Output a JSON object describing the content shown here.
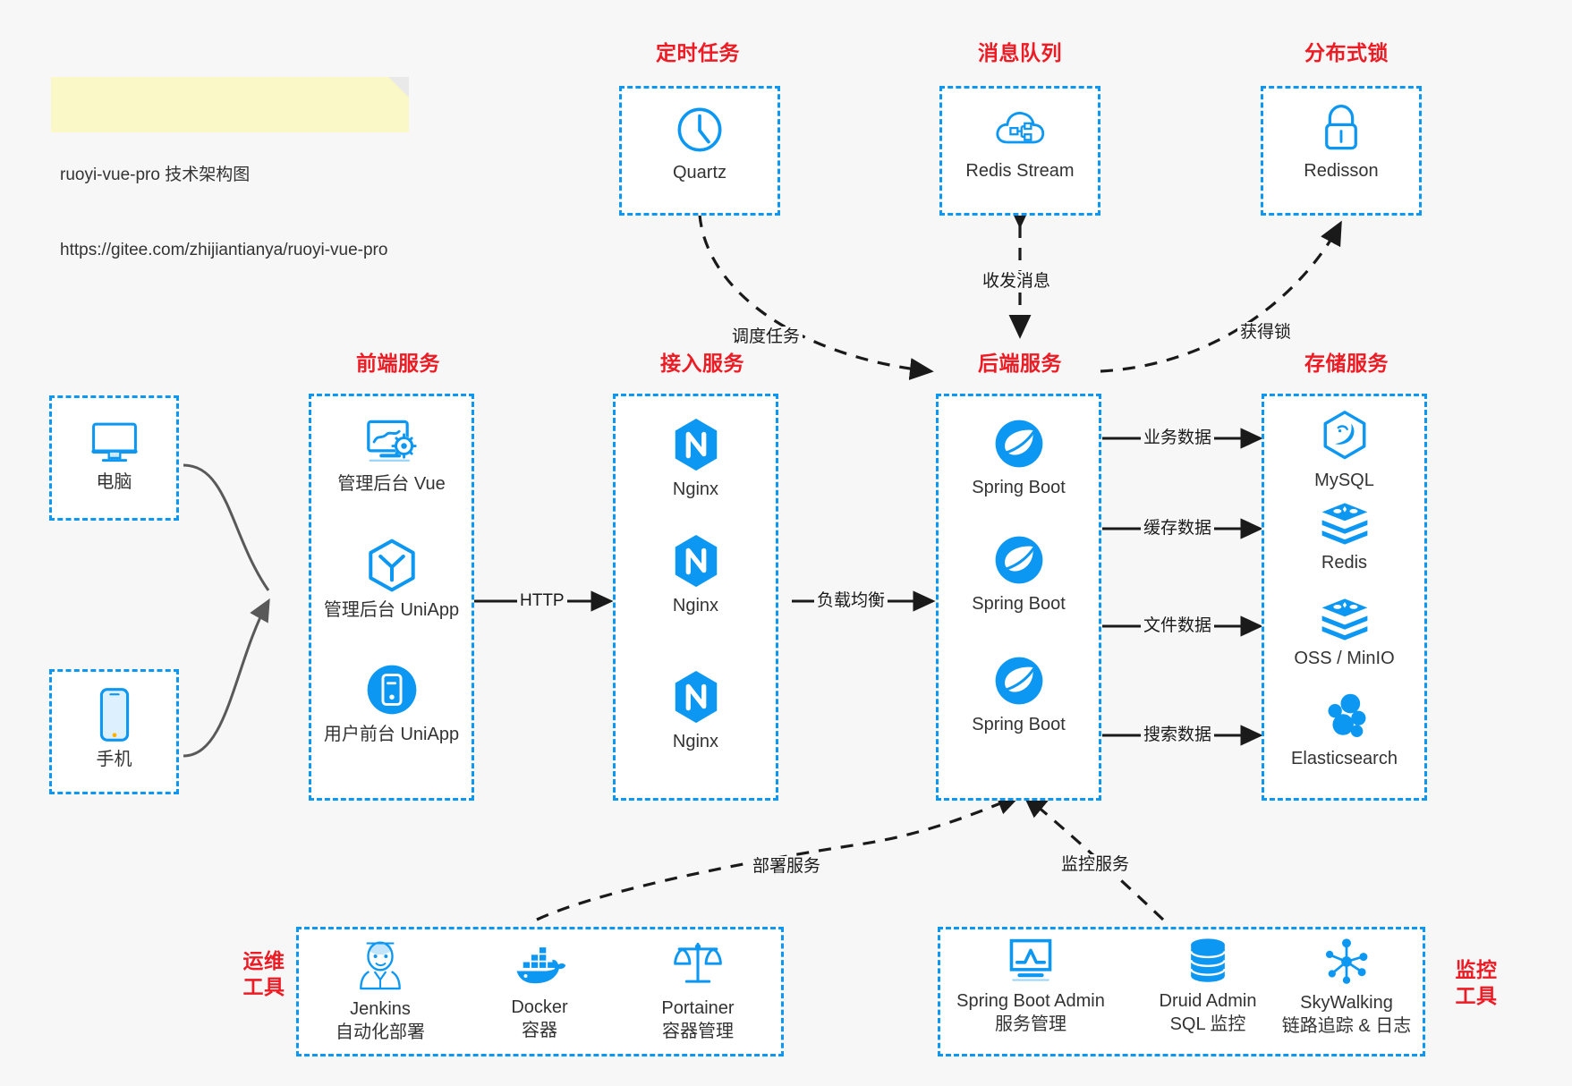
{
  "note": {
    "line1": "ruoyi-vue-pro 技术架构图",
    "line2": "https://gitee.com/zhijiantianya/ruoyi-vue-pro"
  },
  "sections": {
    "scheduled_task": "定时任务",
    "message_queue": "消息队列",
    "distributed_lock": "分布式锁",
    "frontend_service": "前端服务",
    "gateway_service": "接入服务",
    "backend_service": "后端服务",
    "storage_service": "存储服务",
    "ops_tools": "运维\n工具",
    "monitor_tools": "监控\n工具"
  },
  "nodes": {
    "quartz": "Quartz",
    "redis_stream": "Redis Stream",
    "redisson": "Redisson",
    "computer": "电脑",
    "phone": "手机",
    "admin_vue": "管理后台 Vue",
    "admin_uniapp": "管理后台 UniApp",
    "user_uniapp": "用户前台 UniApp",
    "nginx1": "Nginx",
    "nginx2": "Nginx",
    "nginx3": "Nginx",
    "springboot1": "Spring Boot",
    "springboot2": "Spring Boot",
    "springboot3": "Spring Boot",
    "mysql": "MySQL",
    "redis": "Redis",
    "oss_minio": "OSS / MinIO",
    "elasticsearch": "Elasticsearch",
    "jenkins": "Jenkins",
    "jenkins_sub": "自动化部署",
    "docker": "Docker",
    "docker_sub": "容器",
    "portainer": "Portainer",
    "portainer_sub": "容器管理",
    "sba": "Spring Boot Admin",
    "sba_sub": "服务管理",
    "druid": "Druid Admin",
    "druid_sub": "SQL 监控",
    "skywalking": "SkyWalking",
    "skywalking_sub": "链路追踪 & 日志"
  },
  "edges": {
    "http": "HTTP",
    "load_balance": "负载均衡",
    "schedule_task": "调度任务",
    "send_receive_msg": "收发消息",
    "acquire_lock": "获得锁",
    "business_data": "业务数据",
    "cache_data": "缓存数据",
    "file_data": "文件数据",
    "search_data": "搜索数据",
    "deploy_service": "部署服务",
    "monitor_service": "监控服务"
  },
  "colors": {
    "accent_blue": "#0c97f2",
    "heading_red": "#ed1b24",
    "background": "#f7f7f7",
    "note_yellow": "#fbf8c8",
    "wire_gray": "#595959"
  }
}
